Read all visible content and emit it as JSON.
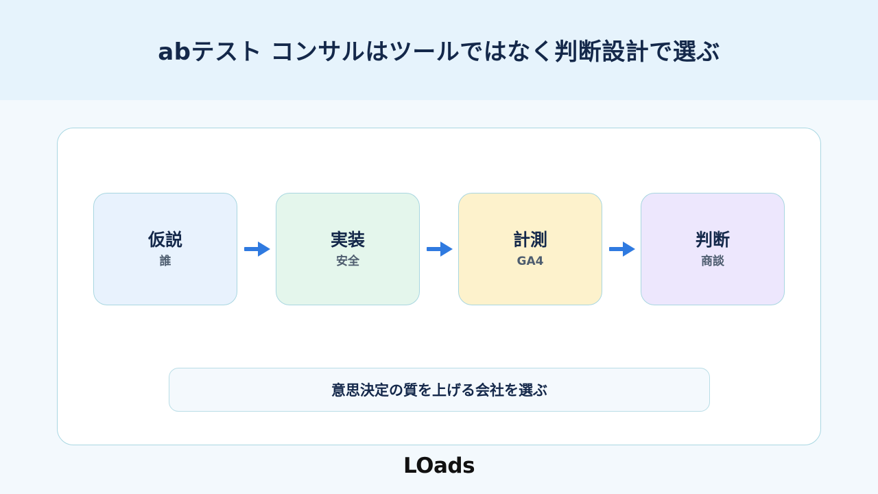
{
  "header": {
    "title": "abテスト コンサルはツールではなく判断設計で選ぶ"
  },
  "flow": {
    "steps": [
      {
        "title": "仮説",
        "sub": "誰",
        "color": "#e8f2fd"
      },
      {
        "title": "実装",
        "sub": "安全",
        "color": "#e4f6ec"
      },
      {
        "title": "計測",
        "sub": "GA4",
        "color": "#fdf2cc"
      },
      {
        "title": "判断",
        "sub": "商談",
        "color": "#ede7fd"
      }
    ],
    "arrow_color": "#2f7ae0"
  },
  "conclusion": {
    "text": "意思決定の質を上げる会社を選ぶ"
  },
  "footer": {
    "logo": "LOads"
  }
}
